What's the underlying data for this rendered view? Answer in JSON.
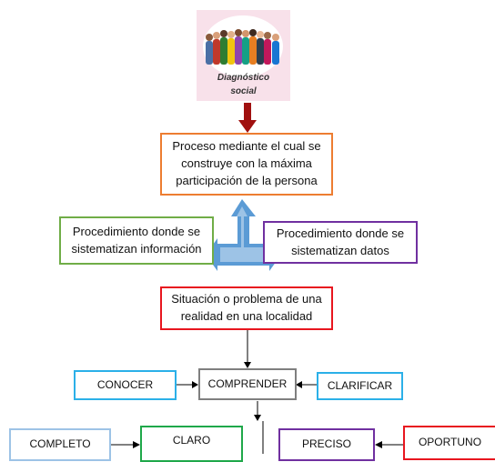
{
  "header_card": {
    "caption_line1": "Diagnóstico",
    "caption_line2": "social"
  },
  "boxes": {
    "proceso": "Proceso mediante el cual se construye con la máxima participación de la persona",
    "procedimiento_informacion": "Procedimiento donde se sistematizan información",
    "procedimiento_datos": "Procedimiento donde se sistematizan datos",
    "situacion": "Situación o problema de una realidad en una localidad",
    "conocer": "CONOCER",
    "comprender": "COMPRENDER",
    "clarificar": "CLARIFICAR",
    "completo": "COMPLETO",
    "claro": "CLARO",
    "preciso": "PRECISO",
    "oportuno": "OPORTUNO"
  },
  "colors": {
    "card_bg": "#f8e1ea",
    "dark_red_arrow": "#a0100f",
    "orange": "#ed7d31",
    "green": "#70ad47",
    "purple": "#7030a0",
    "red": "#e8161f",
    "gray": "#7f7f7f",
    "light_blue": "#2bb0e8",
    "pale_blue": "#9dc3e6",
    "blue_arrow": "#5b9bd5"
  }
}
